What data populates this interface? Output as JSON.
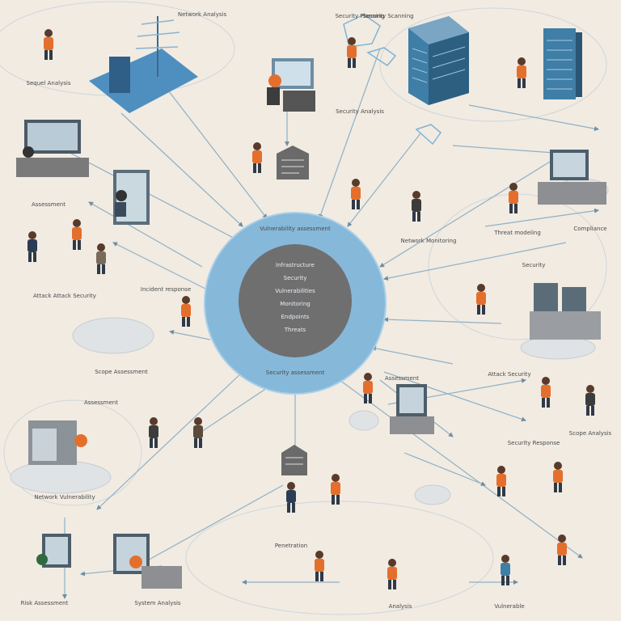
{
  "hub": {
    "ring_top": "Vulnerability assessment",
    "ring_bottom": "Security assessment",
    "core_lines": [
      "Infrastructure",
      "Security",
      "Vulnerabilities",
      "Monitoring",
      "Endpoints",
      "Threats"
    ]
  },
  "labels": [
    "Sequel Analysis",
    "Security Analysis",
    "Assessment",
    "Attack Attack Security",
    "Scope Assessment",
    "Assessment",
    "Network Vulnerability",
    "Penetration",
    "Risk Assessment",
    "System Analysis",
    "Security Planning",
    "Network Analysis",
    "Security Scanning",
    "Attack Security",
    "Assessment",
    "Compliance",
    "Threat modeling",
    "Security",
    "Network Monitoring",
    "Scope Analysis",
    "Security Response",
    "Analysis",
    "Vulnerable",
    "Incident response"
  ],
  "colors": {
    "background": "#f1ebe2",
    "ring": "#7fb3d6",
    "core": "#6f6f70",
    "accent_orange": "#e46f2c",
    "server_blue": "#3f7ea6",
    "line": "#8fb0c4"
  }
}
